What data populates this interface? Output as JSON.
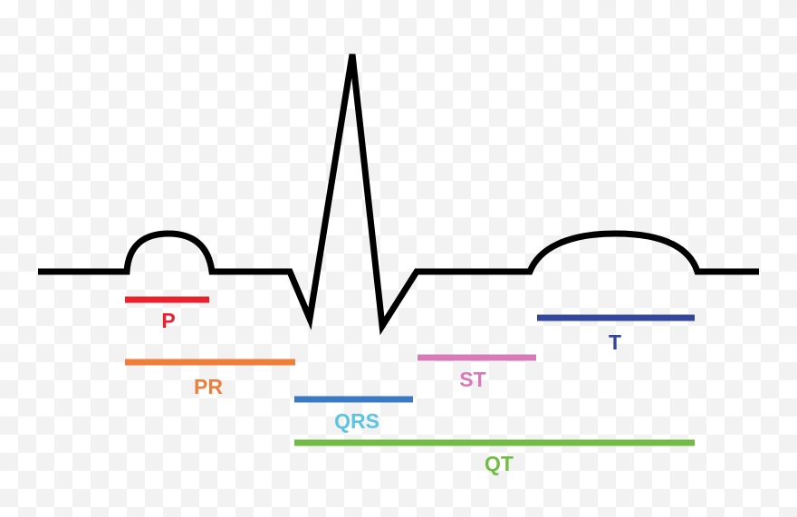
{
  "diagram": {
    "waveform_color": "#000000",
    "segments": [
      {
        "id": "p",
        "label": "P",
        "color": "#e8212e"
      },
      {
        "id": "pr",
        "label": "PR",
        "color": "#f07e3b"
      },
      {
        "id": "qrs",
        "label": "QRS",
        "color": "#3a79c4"
      },
      {
        "id": "qrs_text",
        "label": "",
        "color": "#5cc4e0"
      },
      {
        "id": "st",
        "label": "ST",
        "color": "#d97ab8"
      },
      {
        "id": "t",
        "label": "T",
        "color": "#34469b"
      },
      {
        "id": "qt",
        "label": "QT",
        "color": "#72bb44"
      }
    ]
  }
}
